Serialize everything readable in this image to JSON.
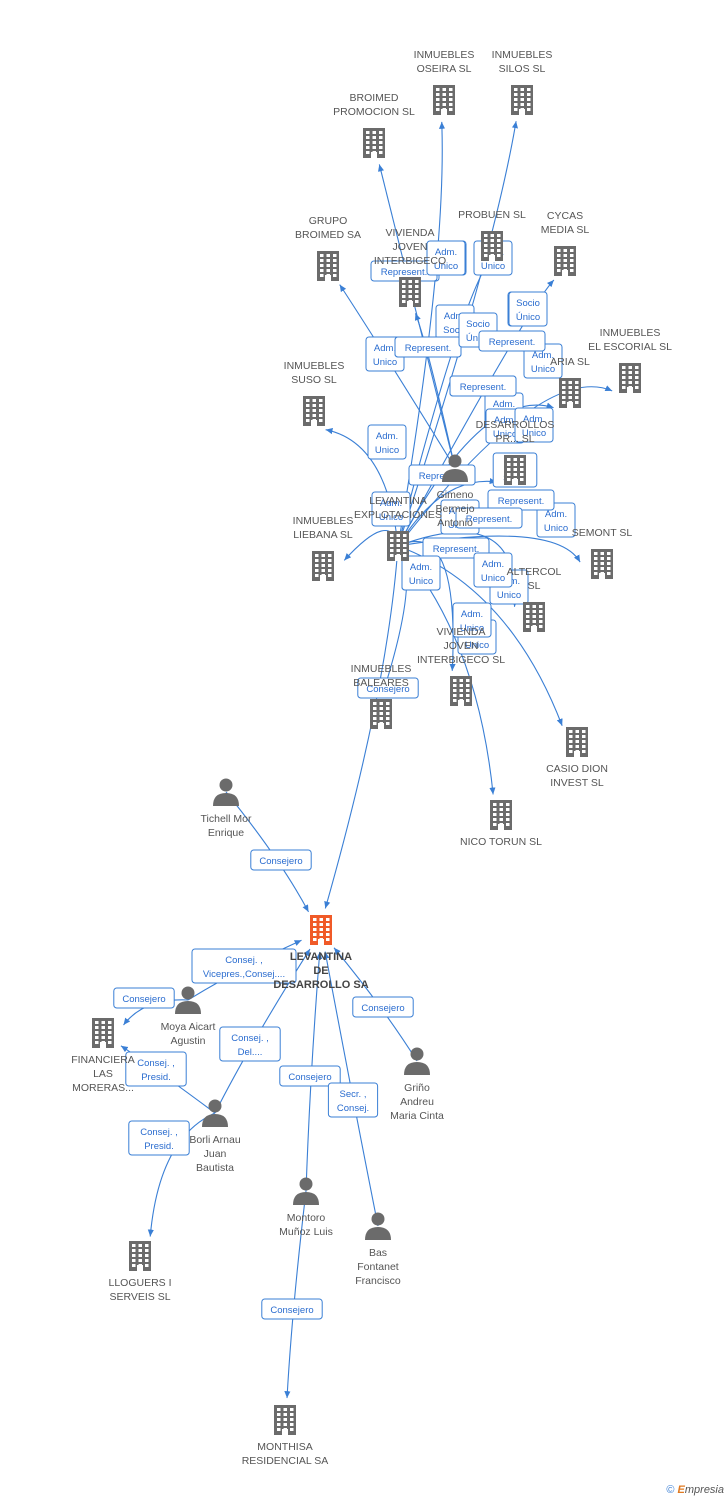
{
  "colors": {
    "edge": "#3a7fd5",
    "node": "#6b6b6b",
    "main": "#f05a28"
  },
  "nodes": [
    {
      "id": "main",
      "type": "company",
      "main": true,
      "lines": [
        "LEVANTINA",
        "DE",
        "DESARROLLO SA"
      ]
    },
    {
      "id": "oseira",
      "type": "company",
      "lines": [
        "INMUEBLES",
        "OSEIRA  SL"
      ]
    },
    {
      "id": "silos",
      "type": "company",
      "lines": [
        "INMUEBLES",
        "SILOS  SL"
      ]
    },
    {
      "id": "broimedp",
      "type": "company",
      "lines": [
        "BROIMED",
        "PROMOCION SL"
      ]
    },
    {
      "id": "grupo",
      "type": "company",
      "lines": [
        "GRUPO",
        "BROIMED SA"
      ]
    },
    {
      "id": "vivienda1",
      "type": "company",
      "lines": [
        "VIVIENDA",
        "JOVEN",
        "INTERBIGECO"
      ]
    },
    {
      "id": "probuen",
      "type": "company",
      "lines": [
        "PROBUEN SL"
      ]
    },
    {
      "id": "cycas",
      "type": "company",
      "lines": [
        "CYCAS",
        "MEDIA  SL"
      ]
    },
    {
      "id": "escorial",
      "type": "company",
      "lines": [
        "INMUEBLES",
        "EL ESCORIAL  SL"
      ]
    },
    {
      "id": "aria",
      "type": "company",
      "lines": [
        "ARIA  SL"
      ]
    },
    {
      "id": "suso",
      "type": "company",
      "lines": [
        "INMUEBLES",
        "SUSO  SL"
      ]
    },
    {
      "id": "gimeno",
      "type": "person",
      "lines": [
        "Gimeno",
        "Bermejo",
        "Antonio"
      ]
    },
    {
      "id": "desarrollos",
      "type": "company",
      "lines": [
        "DESARROLLOS",
        "PR...  SL"
      ]
    },
    {
      "id": "levexp",
      "type": "company",
      "lines": [
        "LEVANTINA",
        "EXPLOTACIONES"
      ]
    },
    {
      "id": "liebana",
      "type": "company",
      "lines": [
        "INMUEBLES",
        "LIEBANA  SL"
      ]
    },
    {
      "id": "semont",
      "type": "company",
      "lines": [
        "SEMONT  SL"
      ]
    },
    {
      "id": "altercol",
      "type": "company",
      "lines": [
        "ALTERCOL",
        "SL"
      ]
    },
    {
      "id": "vivienda2",
      "type": "company",
      "lines": [
        "VIVIENDA",
        "JOVEN",
        "INTERBIGECO SL"
      ]
    },
    {
      "id": "baleares",
      "type": "company",
      "lines": [
        "INMUEBLES",
        "BALEARES"
      ]
    },
    {
      "id": "casio",
      "type": "company",
      "lines": [
        "CASIO DION",
        "INVEST SL"
      ]
    },
    {
      "id": "tichell",
      "type": "person",
      "lines": [
        "Tichell Mor",
        "Enrique"
      ]
    },
    {
      "id": "nico",
      "type": "company",
      "lines": [
        "NICO TORUN SL"
      ]
    },
    {
      "id": "moya",
      "type": "person",
      "lines": [
        "Moya Aicart",
        "Agustin"
      ]
    },
    {
      "id": "financiera",
      "type": "company",
      "lines": [
        "FINANCIERA",
        "LAS",
        "MORERAS..."
      ]
    },
    {
      "id": "grino",
      "type": "person",
      "lines": [
        "Griño",
        "Andreu",
        "Maria Cinta"
      ]
    },
    {
      "id": "borli",
      "type": "person",
      "lines": [
        "Borli Arnau",
        "Juan",
        "Bautista"
      ]
    },
    {
      "id": "montoro",
      "type": "person",
      "lines": [
        "Montoro",
        "Muñoz Luis"
      ]
    },
    {
      "id": "bas",
      "type": "person",
      "lines": [
        "Bas",
        "Fontanet",
        "Francisco"
      ]
    },
    {
      "id": "lloguers",
      "type": "company",
      "lines": [
        "LLOGUERS I",
        "SERVEIS SL"
      ]
    },
    {
      "id": "monthisa",
      "type": "company",
      "lines": [
        "MONTHISA",
        "RESIDENCIAL SA"
      ]
    }
  ],
  "edges": [
    {
      "from": "tichell",
      "to": "main",
      "lines": [
        "Consejero"
      ]
    },
    {
      "from": "levexp",
      "to": "main",
      "lines": [
        "Consejero"
      ]
    },
    {
      "from": "moya",
      "to": "main",
      "lines": [
        "Consej. ,",
        "Vicepres.,Consej...."
      ]
    },
    {
      "from": "moya",
      "to": "financiera",
      "lines": [
        "Consejero"
      ]
    },
    {
      "from": "grino",
      "to": "main",
      "lines": [
        "Consejero"
      ]
    },
    {
      "from": "borli",
      "to": "main",
      "lines": [
        "Consej. ,",
        "Del...."
      ]
    },
    {
      "from": "borli",
      "to": "financiera",
      "lines": [
        "Consej. ,",
        "Presid."
      ]
    },
    {
      "from": "borli",
      "to": "lloguers",
      "lines": [
        "Consej. ,",
        "Presid."
      ]
    },
    {
      "from": "montoro",
      "to": "main",
      "lines": [
        "Consejero"
      ]
    },
    {
      "from": "bas",
      "to": "main",
      "lines": [
        "Secr. ,",
        "Consej."
      ]
    },
    {
      "from": "montoro",
      "to": "monthisa",
      "lines": [
        "Consejero"
      ]
    },
    {
      "from": "levexp",
      "to": "oseira",
      "lines": [
        "Adm.",
        "Unico"
      ]
    },
    {
      "from": "levexp",
      "to": "silos",
      "lines": [
        "Adm.",
        "Unico"
      ]
    },
    {
      "from": "gimeno",
      "to": "broimedp",
      "lines": [
        "Represent."
      ]
    },
    {
      "from": "gimeno",
      "to": "grupo",
      "lines": [
        "Adm.",
        "Unico"
      ]
    },
    {
      "from": "gimeno",
      "to": "vivienda1",
      "lines": [
        "Represent."
      ]
    },
    {
      "from": "levexp",
      "to": "probuen",
      "lines": [
        "Adm.",
        "Socio"
      ]
    },
    {
      "from": "levexp",
      "to": "cycas",
      "lines": [
        "Socio",
        "Único"
      ]
    },
    {
      "from": "levexp",
      "to": "aria",
      "lines": [
        "Represent."
      ]
    },
    {
      "from": "levexp",
      "to": "escorial",
      "lines": [
        "Adm.",
        "Unico"
      ]
    },
    {
      "from": "levexp",
      "to": "suso",
      "lines": [
        "Adm.",
        "Unico"
      ]
    },
    {
      "from": "levexp",
      "to": "desarrollos",
      "lines": [
        "Represent."
      ]
    },
    {
      "from": "levexp",
      "to": "liebana",
      "lines": [
        "Adm.",
        "Unico"
      ]
    },
    {
      "from": "levexp",
      "to": "semont",
      "lines": [
        "Adm.",
        "Unico"
      ]
    },
    {
      "from": "levexp",
      "to": "altercol",
      "lines": [
        "Represent."
      ]
    },
    {
      "from": "levexp",
      "to": "vivienda2",
      "lines": [
        "Adm.",
        "Unico"
      ]
    },
    {
      "from": "levexp",
      "to": "baleares",
      "lines": [
        "Adm.",
        "Unico"
      ]
    },
    {
      "from": "levexp",
      "to": "casio",
      "lines": [
        "Adm.",
        "Unico"
      ]
    },
    {
      "from": "levexp",
      "to": "nico",
      "lines": [
        "Adm.",
        "Unico"
      ]
    }
  ],
  "edge_labels": [
    {
      "lines": [
        "Represent."
      ]
    },
    {
      "lines": [
        "Socio",
        "Único"
      ]
    },
    {
      "lines": [
        "Adm.",
        "Unico"
      ]
    },
    {
      "lines": [
        "Represent."
      ]
    },
    {
      "lines": [
        "Socio",
        "Único"
      ]
    },
    {
      "lines": [
        "Adm.",
        "Unico"
      ]
    },
    {
      "lines": [
        "Represent."
      ]
    },
    {
      "lines": [
        "Adm.",
        "Unico"
      ]
    },
    {
      "lines": [
        "Adm.",
        "Unico"
      ]
    },
    {
      "lines": [
        "Adm.",
        "Solid."
      ]
    },
    {
      "lines": [
        "Represent."
      ]
    },
    {
      "lines": [
        "Adm.",
        "Unico"
      ]
    },
    {
      "lines": [
        "Adm.",
        "Unico"
      ]
    },
    {
      "lines": [
        "Represent."
      ]
    },
    {
      "lines": [
        "Represent."
      ]
    },
    {
      "lines": [
        "Adm.",
        "Unico"
      ]
    }
  ],
  "footer": {
    "copyright": "©",
    "brand_initial": "E",
    "brand_rest": "mpresia"
  }
}
